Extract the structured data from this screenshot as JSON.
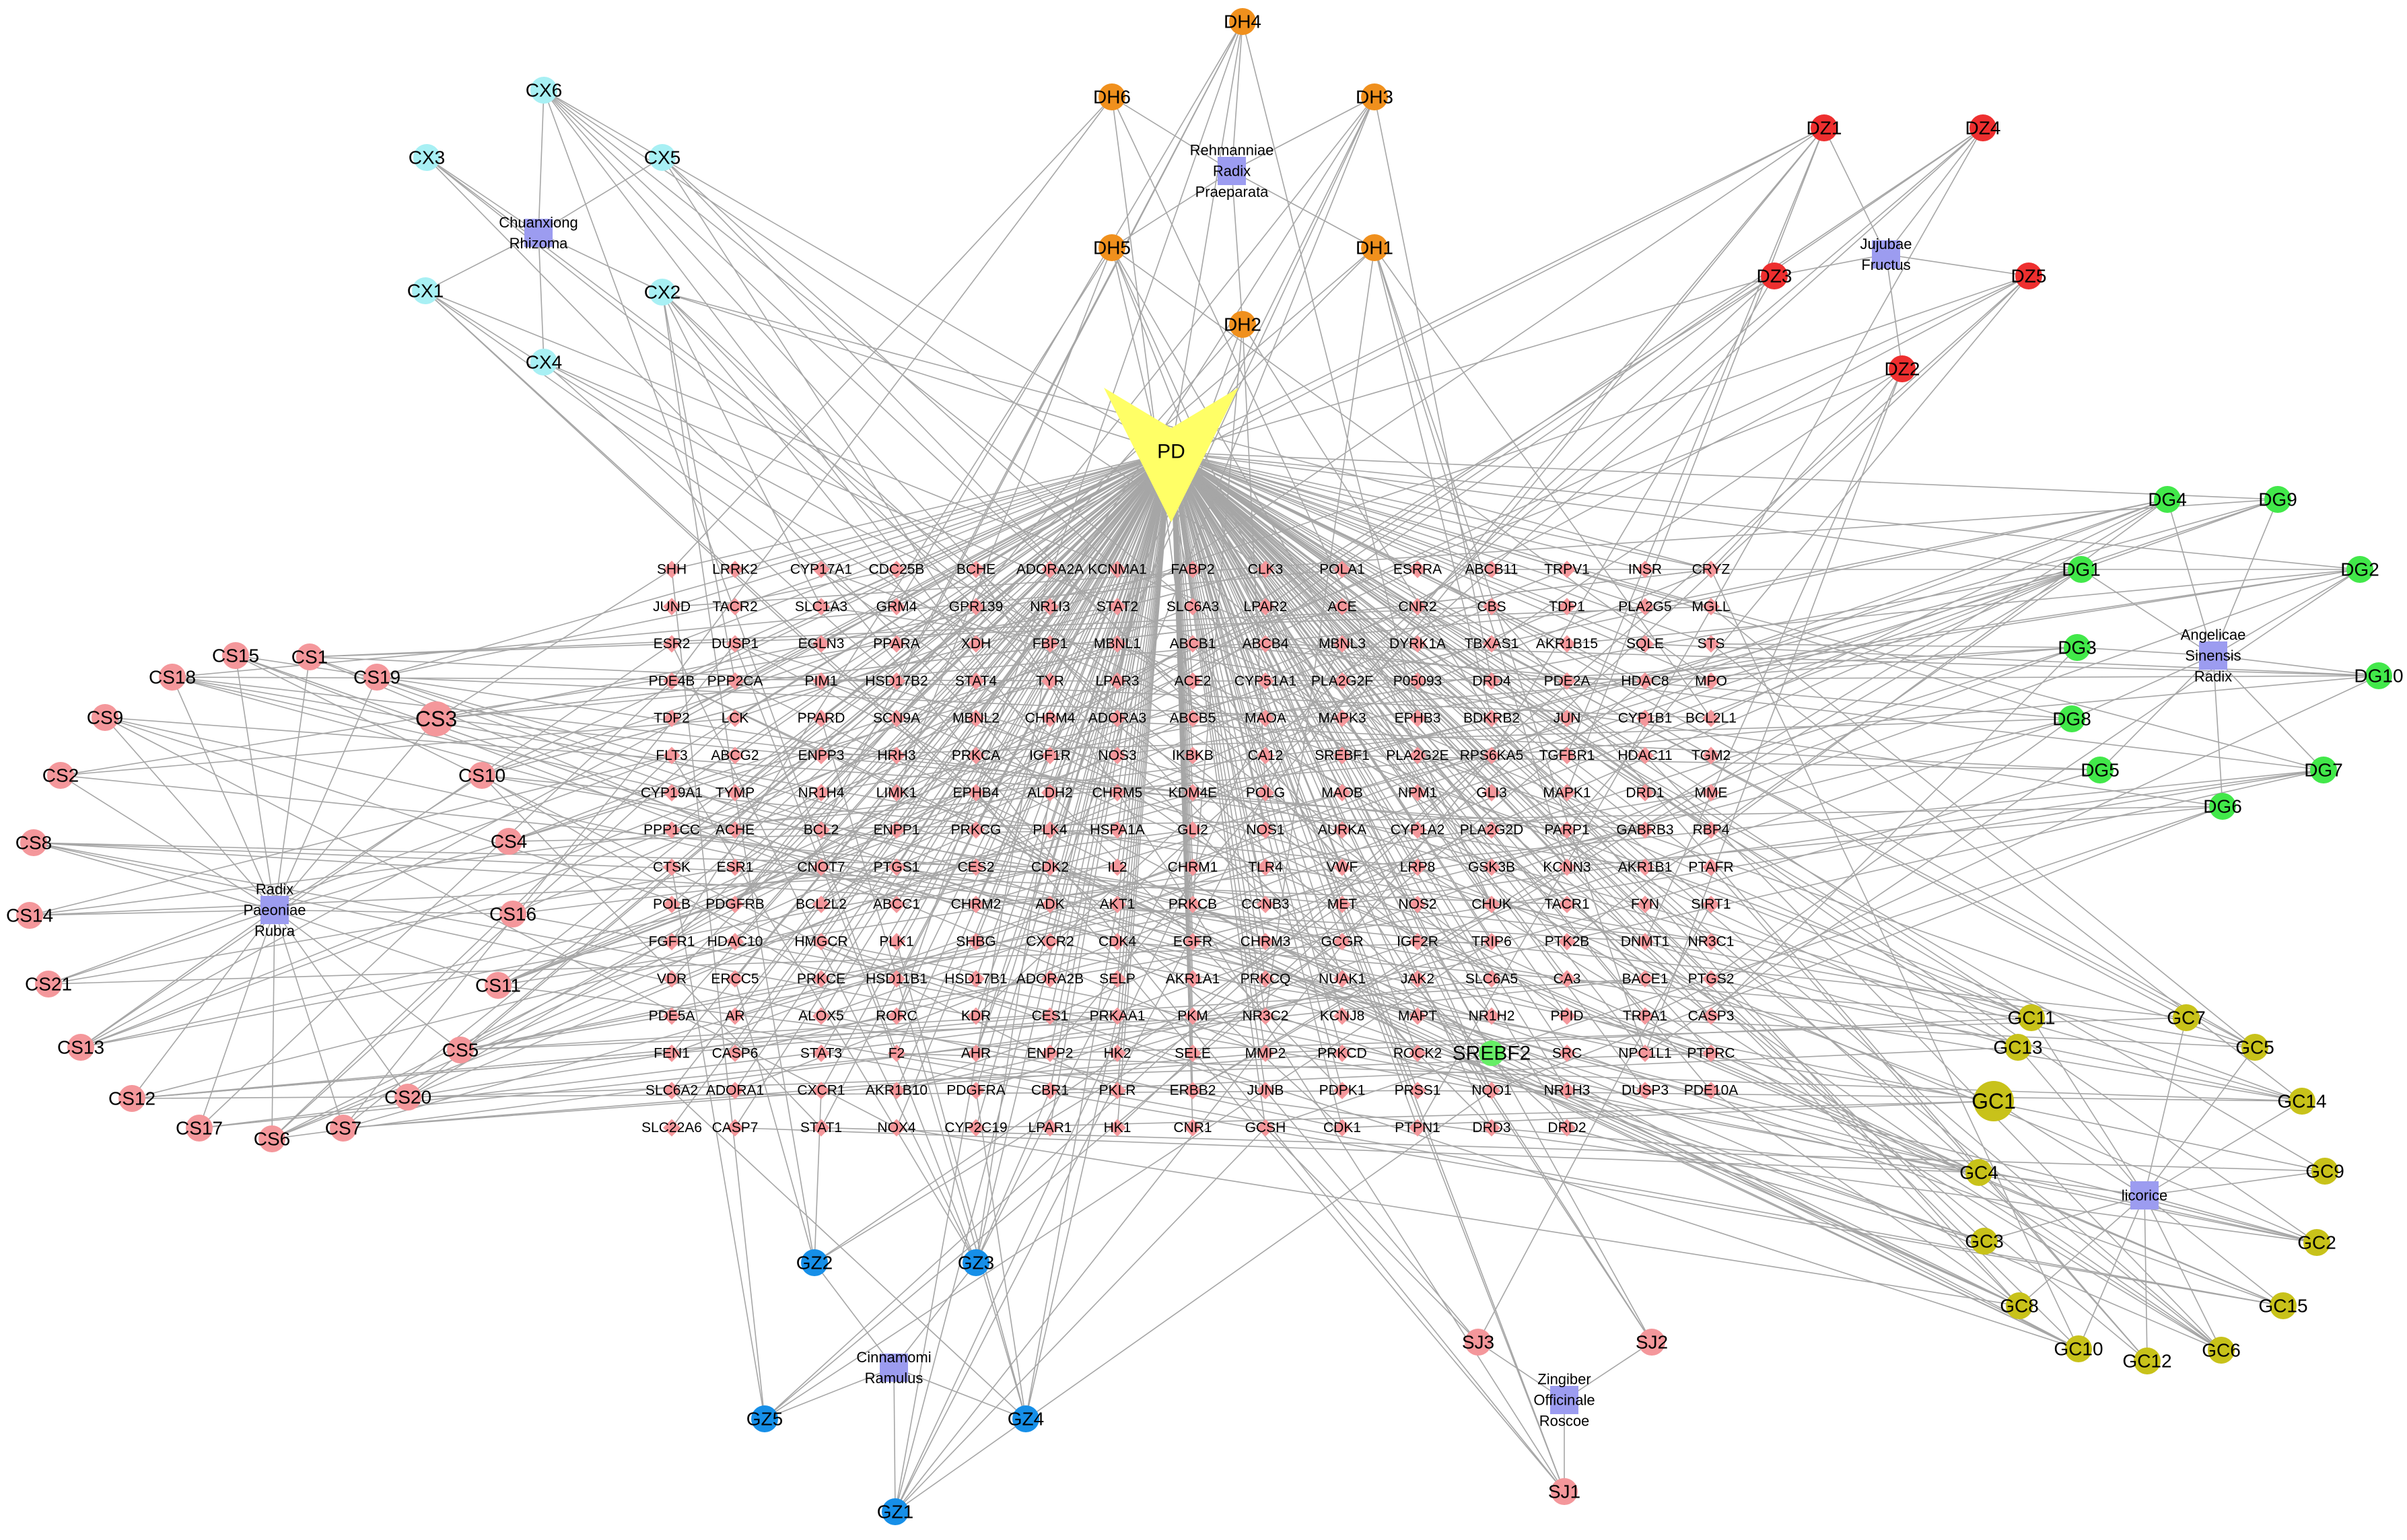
{
  "colors": {
    "edge": "#a6a6a6",
    "chuanxiong": "#a8f0f4",
    "rehmannia": "#f0901d",
    "jujube": "#ee2f2f",
    "angelica": "#42e84a",
    "licorice": "#c8c21a",
    "cinnamon": "#168fe8",
    "ginger": "#f4979b",
    "paeonia": "#f4979b",
    "target": "#f4979b",
    "herb": "#9c9cf0",
    "pd": "#ffff66",
    "srebf2": "#66ee66"
  },
  "center": {
    "id": "PD",
    "label": "PD"
  },
  "herbs": [
    {
      "id": "H_CX",
      "label_lines": [
        "Chuanxiong",
        "Rhizoma"
      ]
    },
    {
      "id": "H_DH",
      "label_lines": [
        "Rehmanniae",
        "Radix",
        "Praeparata"
      ]
    },
    {
      "id": "H_DZ",
      "label_lines": [
        "Jujubae",
        "Fructus"
      ]
    },
    {
      "id": "H_DG",
      "label_lines": [
        "Angelicae",
        "Sinensis",
        "Radix"
      ]
    },
    {
      "id": "H_CS",
      "label_lines": [
        "Radix",
        "Paeoniae",
        "Rubra"
      ]
    },
    {
      "id": "H_GC",
      "label_lines": [
        "licorice"
      ]
    },
    {
      "id": "H_GZ",
      "label_lines": [
        "Cinnamomi",
        "Ramulus"
      ]
    },
    {
      "id": "H_SJ",
      "label_lines": [
        "Zingiber",
        "Officinale",
        "Roscoe"
      ]
    }
  ],
  "ingredients": {
    "CX": [
      "CX1",
      "CX2",
      "CX3",
      "CX4",
      "CX5",
      "CX6"
    ],
    "DH": [
      "DH1",
      "DH2",
      "DH3",
      "DH4",
      "DH5",
      "DH6"
    ],
    "DZ": [
      "DZ1",
      "DZ2",
      "DZ3",
      "DZ4",
      "DZ5"
    ],
    "DG": [
      "DG1",
      "DG2",
      "DG3",
      "DG4",
      "DG5",
      "DG6",
      "DG7",
      "DG8",
      "DG9",
      "DG10"
    ],
    "CS": [
      "CS1",
      "CS2",
      "CS3",
      "CS4",
      "CS5",
      "CS6",
      "CS7",
      "CS8",
      "CS9",
      "CS10",
      "CS11",
      "CS12",
      "CS13",
      "CS14",
      "CS15",
      "CS16",
      "CS17",
      "CS18",
      "CS19",
      "CS20",
      "CS21"
    ],
    "GC": [
      "GC1",
      "GC2",
      "GC3",
      "GC4",
      "GC5",
      "GC6",
      "GC7",
      "GC8",
      "GC9",
      "GC10",
      "GC11",
      "GC12",
      "GC13",
      "GC14",
      "GC15"
    ],
    "GZ": [
      "GZ1",
      "GZ2",
      "GZ3",
      "GZ4",
      "GZ5"
    ],
    "SJ": [
      "SJ1",
      "SJ2",
      "SJ3"
    ]
  },
  "highlight_target": "SREBF2",
  "target_rows": [
    [
      "SHH",
      "LRRK2",
      "CYP17A1",
      "CDC25B",
      "BCHE",
      "ADORA2A",
      "KCNMA1",
      "FABP2",
      "CLK3",
      "POLA1",
      "ESRRA",
      "ABCB11",
      "TRPV1",
      "INSR",
      "CRYZ"
    ],
    [
      "JUND",
      "TACR2",
      "SLC1A3",
      "GRM4",
      "GPR139",
      "NR1I3",
      "STAT2",
      "SLC6A3",
      "LPAR2",
      "ACE",
      "CNR2",
      "CBS",
      "TDP1",
      "PLA2G5",
      "MGLL"
    ],
    [
      "ESR2",
      "DUSP1",
      "EGLN3",
      "PPARA",
      "XDH",
      "FBP1",
      "MBNL1",
      "ABCB1",
      "ABCB4",
      "MBNL3",
      "DYRK1A",
      "TBXAS1",
      "AKR1B15",
      "SQLE",
      "STS"
    ],
    [
      "PDE4B",
      "PPP2CA",
      "PIM1",
      "HSD17B2",
      "STAT4",
      "TYR",
      "LPAR3",
      "ACE2",
      "CYP51A1",
      "PLA2G2F",
      "P05093",
      "DRD4",
      "PDE2A",
      "HDAC8",
      "MPO"
    ],
    [
      "TDP2",
      "LCK",
      "PPARD",
      "SCN9A",
      "MBNL2",
      "CHRM4",
      "ADORA3",
      "ABCB5",
      "MAOA",
      "MAPK3",
      "EPHB3",
      "BDKRB2",
      "JUN",
      "CYP1B1",
      "BCL2L1"
    ],
    [
      "FLT3",
      "ABCG2",
      "ENPP3",
      "HRH3",
      "PRKCA",
      "IGF1R",
      "NOS3",
      "IKBKB",
      "CA12",
      "SREBF1",
      "PLA2G2E",
      "RPS6KA5",
      "TGFBR1",
      "HDAC11",
      "TGM2"
    ],
    [
      "CYP19A1",
      "TYMP",
      "NR1H4",
      "LIMK1",
      "EPHB4",
      "ALDH2",
      "CHRM5",
      "KDM4E",
      "POLG",
      "MAOB",
      "NPM1",
      "GLI3",
      "MAPK1",
      "DRD1",
      "MME"
    ],
    [
      "PPP1CC",
      "ACHE",
      "BCL2",
      "ENPP1",
      "PRKCG",
      "PLK4",
      "HSPA1A",
      "GLI2",
      "NOS1",
      "AURKA",
      "CYP1A2",
      "PLA2G2D",
      "PARP1",
      "GABRB3",
      "RBP4"
    ],
    [
      "CTSK",
      "ESR1",
      "CNOT7",
      "PTGS1",
      "CES2",
      "CDK2",
      "IL2",
      "CHRM1",
      "TLR4",
      "VWF",
      "LRP8",
      "GSK3B",
      "KCNN3",
      "AKR1B1",
      "PTAFR"
    ],
    [
      "POLB",
      "PDGFRB",
      "BCL2L2",
      "ABCC1",
      "CHRM2",
      "ADK",
      "AKT1",
      "PRKCB",
      "CCNB3",
      "MET",
      "NOS2",
      "CHUK",
      "TACR1",
      "FYN",
      "SIRT1"
    ],
    [
      "FGFR1",
      "HDAC10",
      "HMGCR",
      "PLK1",
      "SHBG",
      "CXCR2",
      "CDK4",
      "EGFR",
      "CHRM3",
      "GCGR",
      "IGF2R",
      "TRIP6",
      "PTK2B",
      "DNMT1",
      "NR3C1"
    ],
    [
      "VDR",
      "ERCC5",
      "PRKCE",
      "HSD11B1",
      "HSD17B1",
      "ADORA2B",
      "SELP",
      "AKR1A1",
      "PRKCQ",
      "NUAK1",
      "JAK2",
      "SLC6A5",
      "CA3",
      "BACE1",
      "PTGS2"
    ],
    [
      "PDE5A",
      "AR",
      "ALOX5",
      "RORC",
      "KDR",
      "CES1",
      "PRKAA1",
      "PKM",
      "NR3C2",
      "KCNJ8",
      "MAPT",
      "NR1H2",
      "PPID",
      "TRPA1",
      "CASP3"
    ],
    [
      "FEN1",
      "CASP6",
      "STAT3",
      "F2",
      "AHR",
      "ENPP2",
      "HK2",
      "SELE",
      "MMP2",
      "PRKCD",
      "ROCK2",
      "SREBF2",
      "SRC",
      "NPC1L1",
      "PTPRC"
    ],
    [
      "SLC6A2",
      "ADORA1",
      "CXCR1",
      "AKR1B10",
      "PDGFRA",
      "CBR1",
      "PKLR",
      "ERBB2",
      "JUNB",
      "PDPK1",
      "PRSS1",
      "NQO1",
      "NR1H3",
      "DUSP3",
      "PDE10A"
    ],
    [
      "SLC22A6",
      "CASP7",
      "STAT1",
      "NOX4",
      "CYP2C19",
      "LPAR1",
      "HK1",
      "CNR1",
      "GCSH",
      "CDK1",
      "PTPN1",
      "DRD3",
      "DRD2"
    ]
  ]
}
